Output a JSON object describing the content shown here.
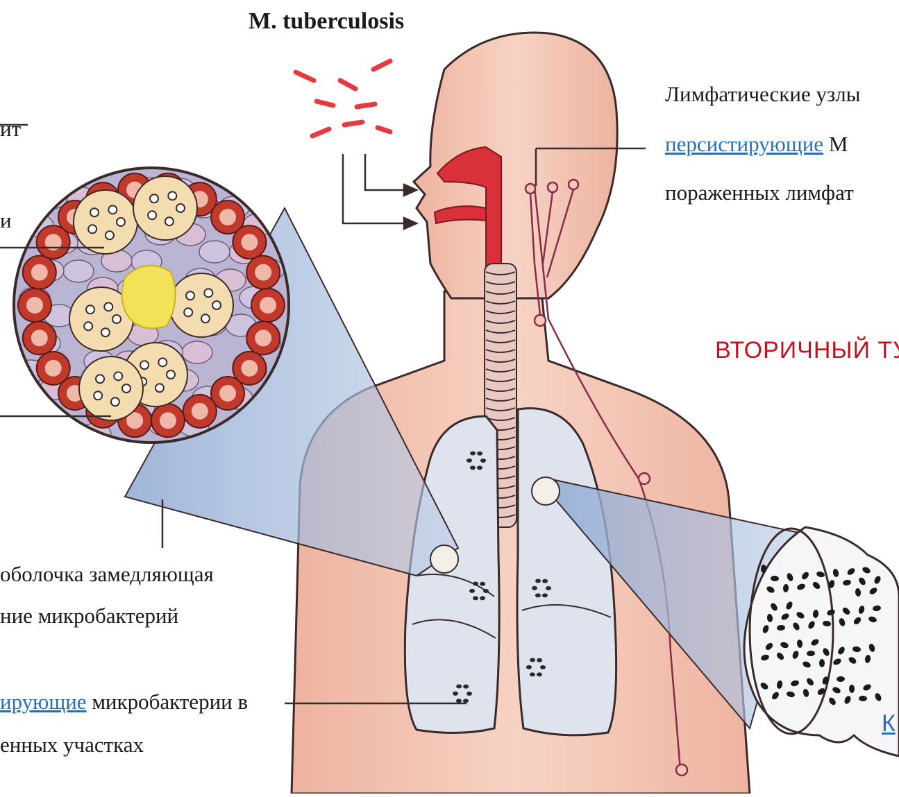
{
  "title": "M. tuberculosis",
  "labels": {
    "top_left_fragment": "ит",
    "left_fragment": "и",
    "lymph_line1": "Лимфатические узлы",
    "lymph_line2_link": "персистирующие",
    "lymph_line2_rest": " M",
    "lymph_line3": "пораженных лимфат",
    "secondary_tb": "ВТОРИЧНЫЙ ТУ",
    "shell_line1": "оболочка замедляющая",
    "shell_line2": "ние микробактерий",
    "persist_link": "ирующие",
    "persist_rest": " микробактерии в",
    "persist_line2": "енных участках",
    "bottom_right_fragment": "К"
  },
  "colors": {
    "skin": "#f4c7b5",
    "skin_edge": "#e7a894",
    "outline": "#3a2a2a",
    "airway": "#d9303a",
    "bacteria": "#e8393f",
    "lung": "#dfe3ee",
    "lens": "#9db4d8",
    "granuloma_ring": "#c0392b",
    "macrophage": "#f3dcb0",
    "caseum": "#f1e25a"
  }
}
